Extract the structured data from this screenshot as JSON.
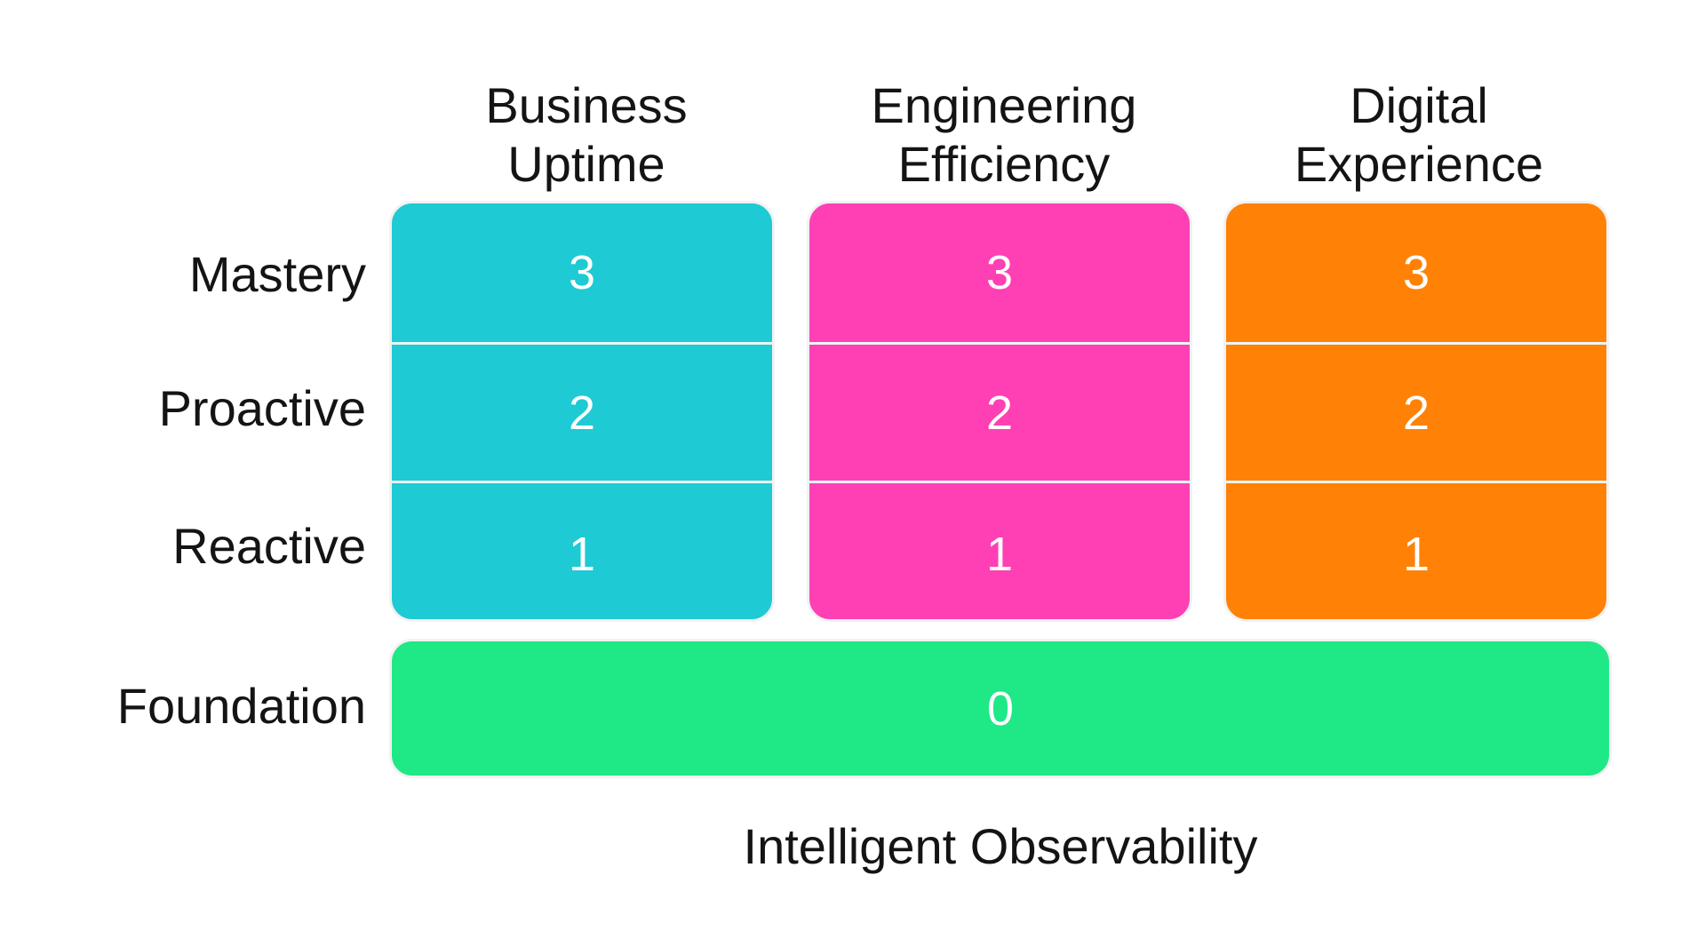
{
  "columns": [
    {
      "line1": "Business",
      "line2": "Uptime",
      "color": "#1ECAD3",
      "levels": {
        "mastery": "3",
        "proactive": "2",
        "reactive": "1"
      }
    },
    {
      "line1": "Engineering",
      "line2": "Efficiency",
      "color": "#FF40B4",
      "levels": {
        "mastery": "3",
        "proactive": "2",
        "reactive": "1"
      }
    },
    {
      "line1": "Digital",
      "line2": "Experience",
      "color": "#FF8206",
      "levels": {
        "mastery": "3",
        "proactive": "2",
        "reactive": "1"
      }
    }
  ],
  "rows": {
    "mastery": "Mastery",
    "proactive": "Proactive",
    "reactive": "Reactive",
    "foundation": "Foundation"
  },
  "foundation": {
    "value": "0",
    "color": "#1FE887"
  },
  "caption": "Intelligent Observability"
}
